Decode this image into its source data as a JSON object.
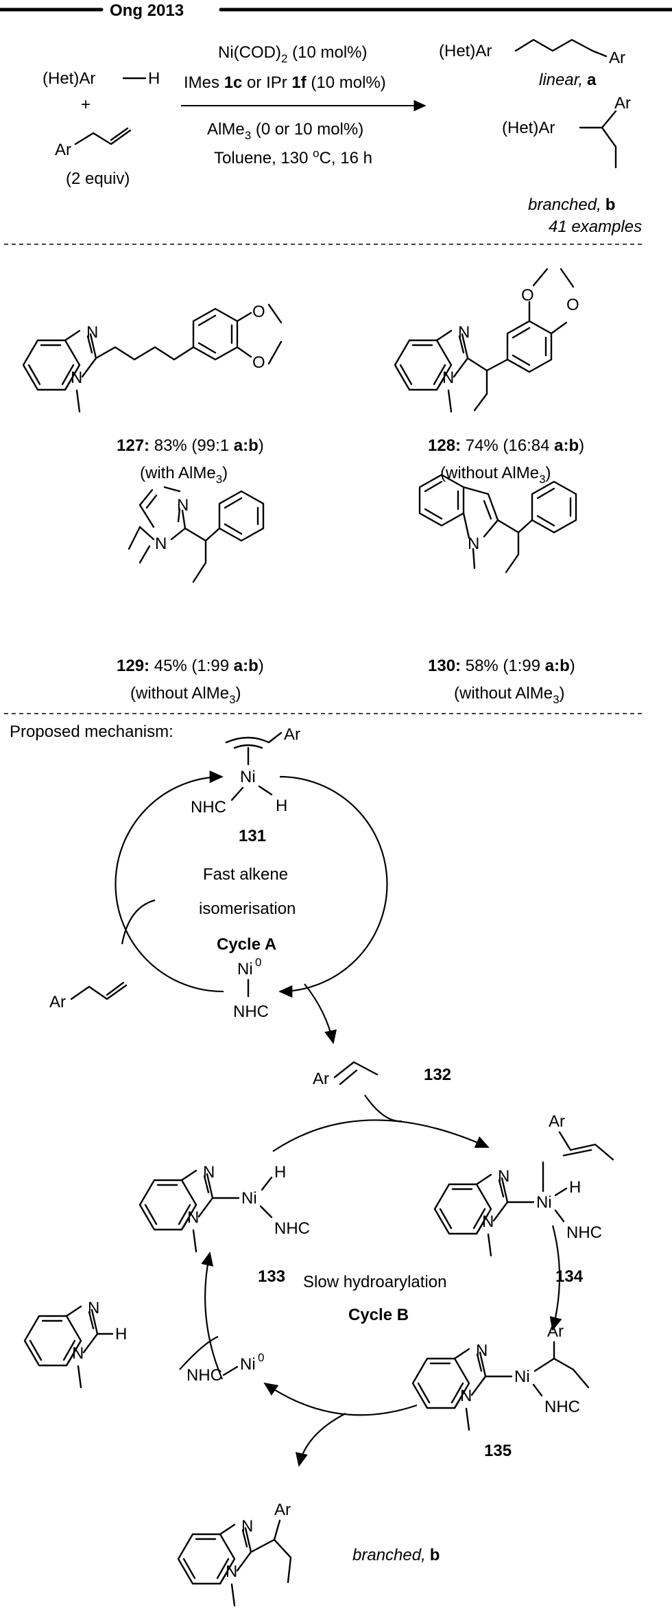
{
  "header": {
    "title": "Ong 2013"
  },
  "scheme": {
    "reactant_1": "(Het)Ar",
    "reactant_1_h": "H",
    "plus": "+",
    "reactant_2_ar": "Ar",
    "reactant_2_equiv": "(2 equiv)",
    "cond_1_a": "Ni(COD)",
    "cond_1_sub": "2",
    "cond_1_b": " (10 mol%)",
    "cond_2_a": "IMes ",
    "cond_2_b": "1c",
    "cond_2_c": " or IPr ",
    "cond_2_d": "1f",
    "cond_2_e": " (10 mol%)",
    "cond_3_a": "AlMe",
    "cond_3_sub": "3",
    "cond_3_b": " (0 or 10 mol%)",
    "cond_4_a": "Toluene, 130 ",
    "cond_4_sup": "o",
    "cond_4_b": "C, 16 h",
    "product_linear_hetar": "(Het)Ar",
    "product_linear_ar": "Ar",
    "product_linear_label": "linear,",
    "product_linear_code": "a",
    "product_branched_hetar": "(Het)Ar",
    "product_branched_ar": "Ar",
    "product_branched_label": "branched,",
    "product_branched_code": "b",
    "examples": "41 examples"
  },
  "examples": [
    {
      "id": "127:",
      "yield": " 83% (99:1 ",
      "ratio": "a:b",
      "close": ")",
      "note_a": "(with AlMe",
      "note_sub": "3",
      "note_b": ")"
    },
    {
      "id": "128:",
      "yield": " 74% (16:84 ",
      "ratio": "a:b",
      "close": ")",
      "note_a": "(without AlMe",
      "note_sub": "3",
      "note_b": ")"
    },
    {
      "id": "129:",
      "yield": " 45% (1:99 ",
      "ratio": "a:b",
      "close": ")",
      "note_a": "(without AlMe",
      "note_sub": "3",
      "note_b": ")"
    },
    {
      "id": "130:",
      "yield": " 58% (1:99 ",
      "ratio": "a:b",
      "close": ")",
      "note_a": "(without AlMe",
      "note_sub": "3",
      "note_b": ")"
    }
  ],
  "atoms": {
    "N": "N",
    "O": "O",
    "H": "H",
    "Ni": "Ni",
    "Ar": "Ar",
    "NHC": "NHC",
    "Ni0_sup": "0"
  },
  "mechanism": {
    "heading": "Proposed mechanism:",
    "c131": "131",
    "cycle_a_line1": "Fast alkene",
    "cycle_a_line2": "isomerisation",
    "cycle_a_title": "Cycle A",
    "c132": "132",
    "c133": "133",
    "c134": "134",
    "c135": "135",
    "cycle_b_line1": "Slow hydroarylation",
    "cycle_b_title": "Cycle B",
    "final_label": "branched,",
    "final_code": "b"
  }
}
